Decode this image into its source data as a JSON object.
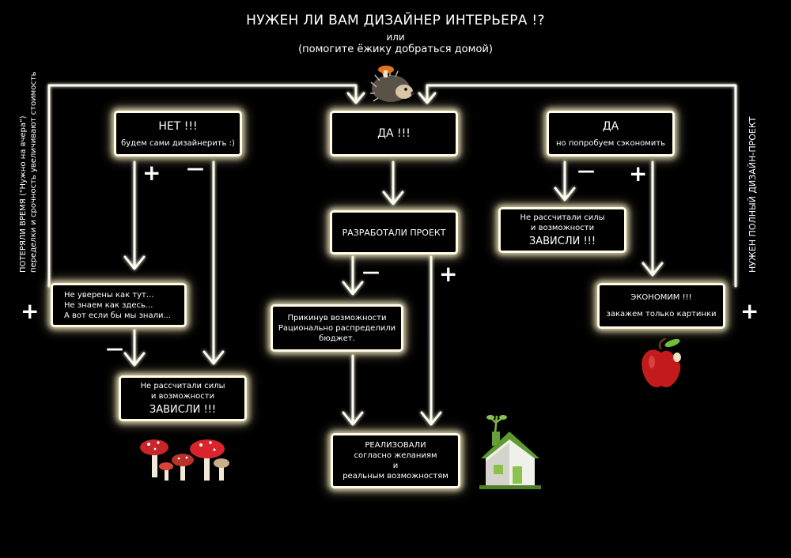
{
  "title": {
    "main": "НУЖЕН ЛИ ВАМ ДИЗАЙНЕР ИНТЕРЬЕРА !?",
    "or": "или",
    "sub": "(помогите ёжику добраться домой)"
  },
  "boxes": {
    "no": {
      "line1": "НЕТ !!!",
      "line2": "будем сами дизайнерить :)"
    },
    "yes": {
      "line1": "ДА !!!"
    },
    "yes_save": {
      "line1": "ДА",
      "line2": "но попробуем сэкономить"
    },
    "unsure": {
      "line1": "Не уверены как тут...",
      "line2": "Не знаем как здесь...",
      "line3": "А вот если бы мы знали..."
    },
    "stuck_left": {
      "line1": "Не рассчитали силы",
      "line2": "и возможности",
      "line3": "ЗАВИСЛИ !!!"
    },
    "project": {
      "line1": "РАЗРАБОТАЛИ ПРОЕКТ"
    },
    "stuck_right": {
      "line1": "Не рассчитали силы",
      "line2": "и возможности",
      "line3": "ЗАВИСЛИ !!!"
    },
    "estimate": {
      "line1": "Прикинув возможности",
      "line2": "Рационально распределили",
      "line3": "бюджет."
    },
    "economize": {
      "line1": "ЭКОНОМИМ !!!",
      "line2": "закажем только картинки"
    },
    "realized": {
      "line1": "РЕАЛИЗОВАЛИ",
      "line2": "согласно желаниям",
      "line3": "и",
      "line4": "реальным возможностям"
    }
  },
  "side_labels": {
    "left_line1": "ПОТЕРЯЛИ ВРЕМЯ (\"Нужно на вчера\")",
    "left_line2": "переделки и срочность увеличивают стоимость",
    "right": "НУЖЕН ПОЛНЫЙ ДИЗАЙН-ПРОЕКТ"
  },
  "signs": {
    "plus": "+",
    "minus": "—"
  },
  "icons": [
    "hedgehog-icon",
    "mushrooms-icon",
    "house-icon",
    "apple-icon"
  ],
  "colors": {
    "background": "#000000",
    "glow": "#fff6cd",
    "line": "#ffffff"
  }
}
